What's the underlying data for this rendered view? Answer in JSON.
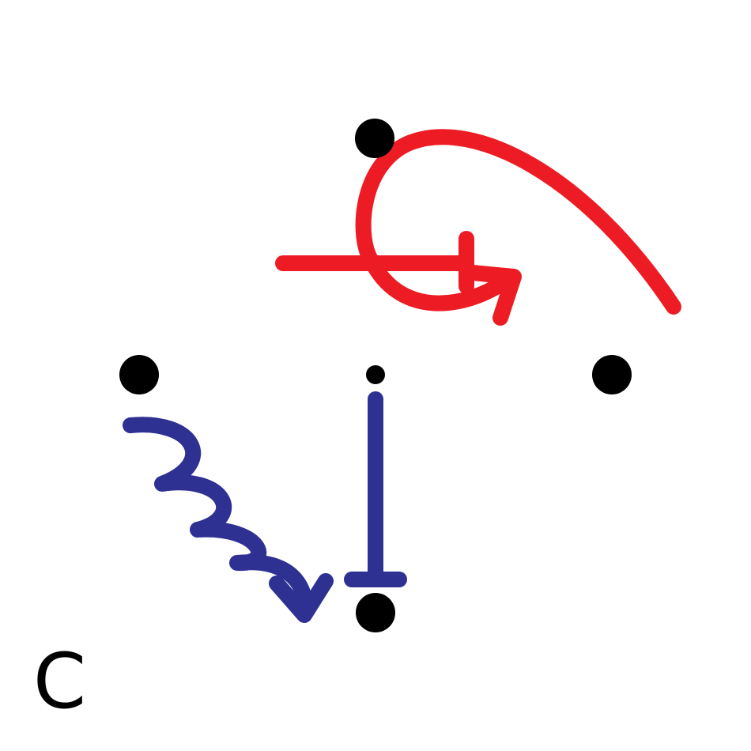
{
  "panel": {
    "label": "C"
  },
  "colors": {
    "background": "#ffffff",
    "node": "#000000",
    "red_arrows": "#ed1c24",
    "blue_arrows": "#2e3192"
  },
  "nodes": [
    {
      "id": "top"
    },
    {
      "id": "left"
    },
    {
      "id": "center"
    },
    {
      "id": "right"
    },
    {
      "id": "bottom"
    }
  ],
  "edges": [
    {
      "id": "red-curved-arrow",
      "color": "red",
      "kind": "curved-arrow-with-loop"
    },
    {
      "id": "red-inhibition-bar",
      "color": "red",
      "kind": "inhibition"
    },
    {
      "id": "blue-wavy-arrow",
      "color": "blue",
      "kind": "wavy-arrow"
    },
    {
      "id": "blue-inhibition-bar",
      "color": "blue",
      "kind": "inhibition"
    }
  ]
}
